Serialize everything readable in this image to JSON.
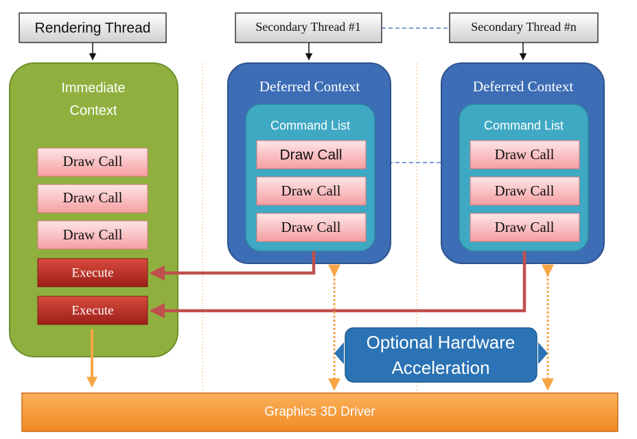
{
  "threads": {
    "rendering": "Rendering Thread",
    "secondary1": "Secondary Thread #1",
    "secondaryN": "Secondary Thread #n"
  },
  "immediate": {
    "title_line1": "Immediate",
    "title_line2": "Context",
    "draw_calls": [
      "Draw Call",
      "Draw Call",
      "Draw Call"
    ],
    "execute": [
      "Execute",
      "Execute"
    ]
  },
  "deferred1": {
    "title": "Deferred Context",
    "command_list": "Command List",
    "draw_calls": [
      "Draw Call",
      "Draw Call",
      "Draw Call"
    ]
  },
  "deferred2": {
    "title": "Deferred Context",
    "command_list": "Command List",
    "draw_calls": [
      "Draw Call",
      "Draw Call",
      "Draw Call"
    ]
  },
  "optional": {
    "line1": "Optional Hardware",
    "line2": "Acceleration"
  },
  "driver": {
    "label": "Graphics 3D Driver"
  },
  "colors": {
    "green": "#8FB03E",
    "blue": "#3D6DB5",
    "teal": "#3FA9C4",
    "pink": "#F7B6B8",
    "red": "#C0392B",
    "orange": "#F6A545",
    "hw_blue": "#2B73B4"
  }
}
